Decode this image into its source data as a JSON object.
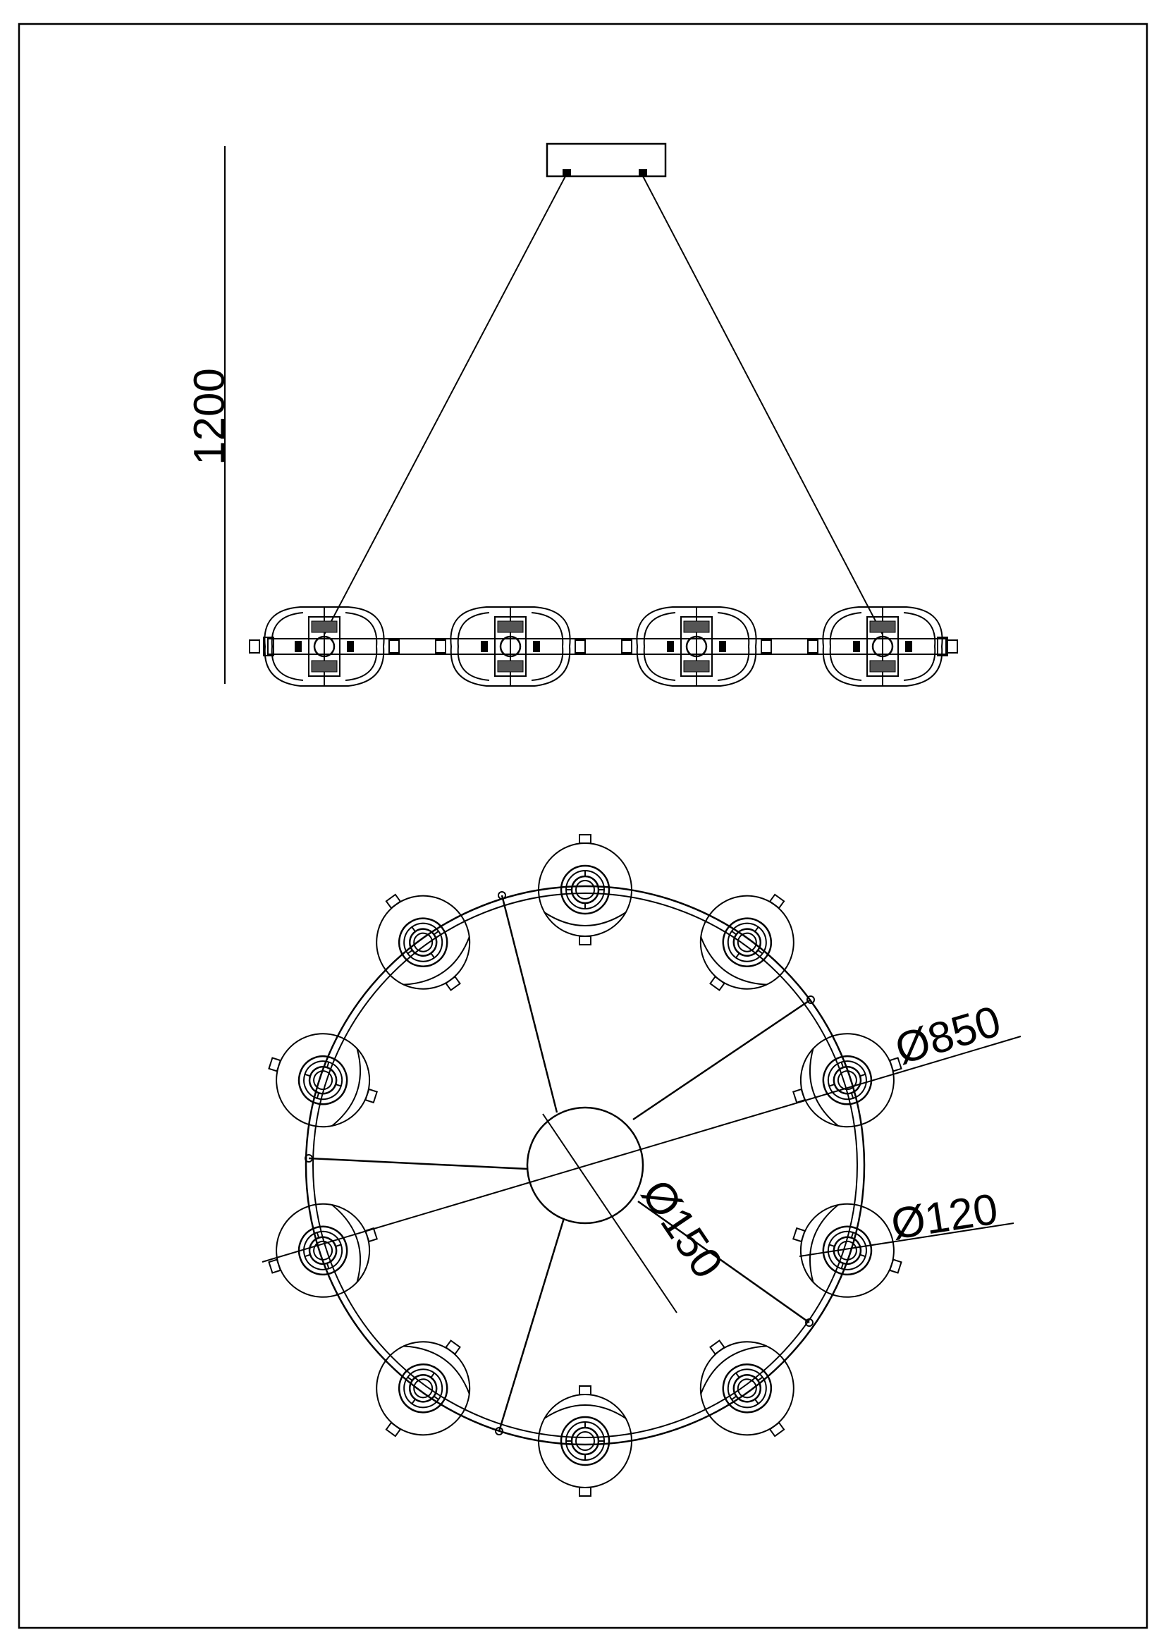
{
  "drawing": {
    "side_view": {
      "height_label": "1200",
      "lamp_count": 4
    },
    "top_view": {
      "lamp_count": 10,
      "ring_diameter_label": "Ø850",
      "lamp_diameter_label": "Ø120",
      "hub_diameter_label": "Ø150"
    },
    "colors": {
      "line": "#000000",
      "background": "#ffffff"
    }
  }
}
